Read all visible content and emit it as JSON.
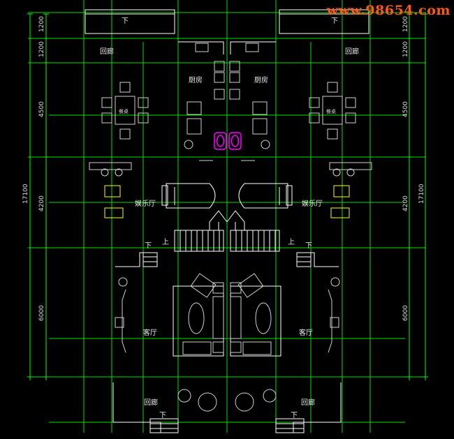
{
  "watermark": "www.98654.com",
  "colors": {
    "background": "#000000",
    "grid": "#00e000",
    "dimension": "#00ff00",
    "walls": "#ffffff",
    "fixtures": "#d0d0d0",
    "accent_yellow": "#ffff00",
    "accent_magenta": "#ff00ff"
  },
  "dimensions_left": [
    "1200",
    "1200",
    "4500",
    "4200",
    "6000"
  ],
  "dimensions_left_total": "17100",
  "dimensions_right": [
    "1200",
    "1200",
    "4500",
    "4200",
    "6000"
  ],
  "dimensions_right_total": "17100",
  "rooms": {
    "corridor_top_left": "回廊",
    "corridor_top_right": "回廊",
    "kitchen_left": "厨房",
    "kitchen_right": "厨房",
    "recreation_left": "娱乐厅",
    "recreation_right": "娱乐厅",
    "living_left": "客厅",
    "living_right": "客厅",
    "corridor_bottom_left": "回廊",
    "corridor_bottom_right": "回廊"
  },
  "stair_marks": {
    "down_top_left": "下",
    "down_top_right": "下",
    "up_left": "上",
    "down_left": "下",
    "up_right": "上",
    "down_right": "下",
    "down_bottom_left": "下",
    "down_bottom_right": "下"
  },
  "dining_table_label": "餐桌"
}
